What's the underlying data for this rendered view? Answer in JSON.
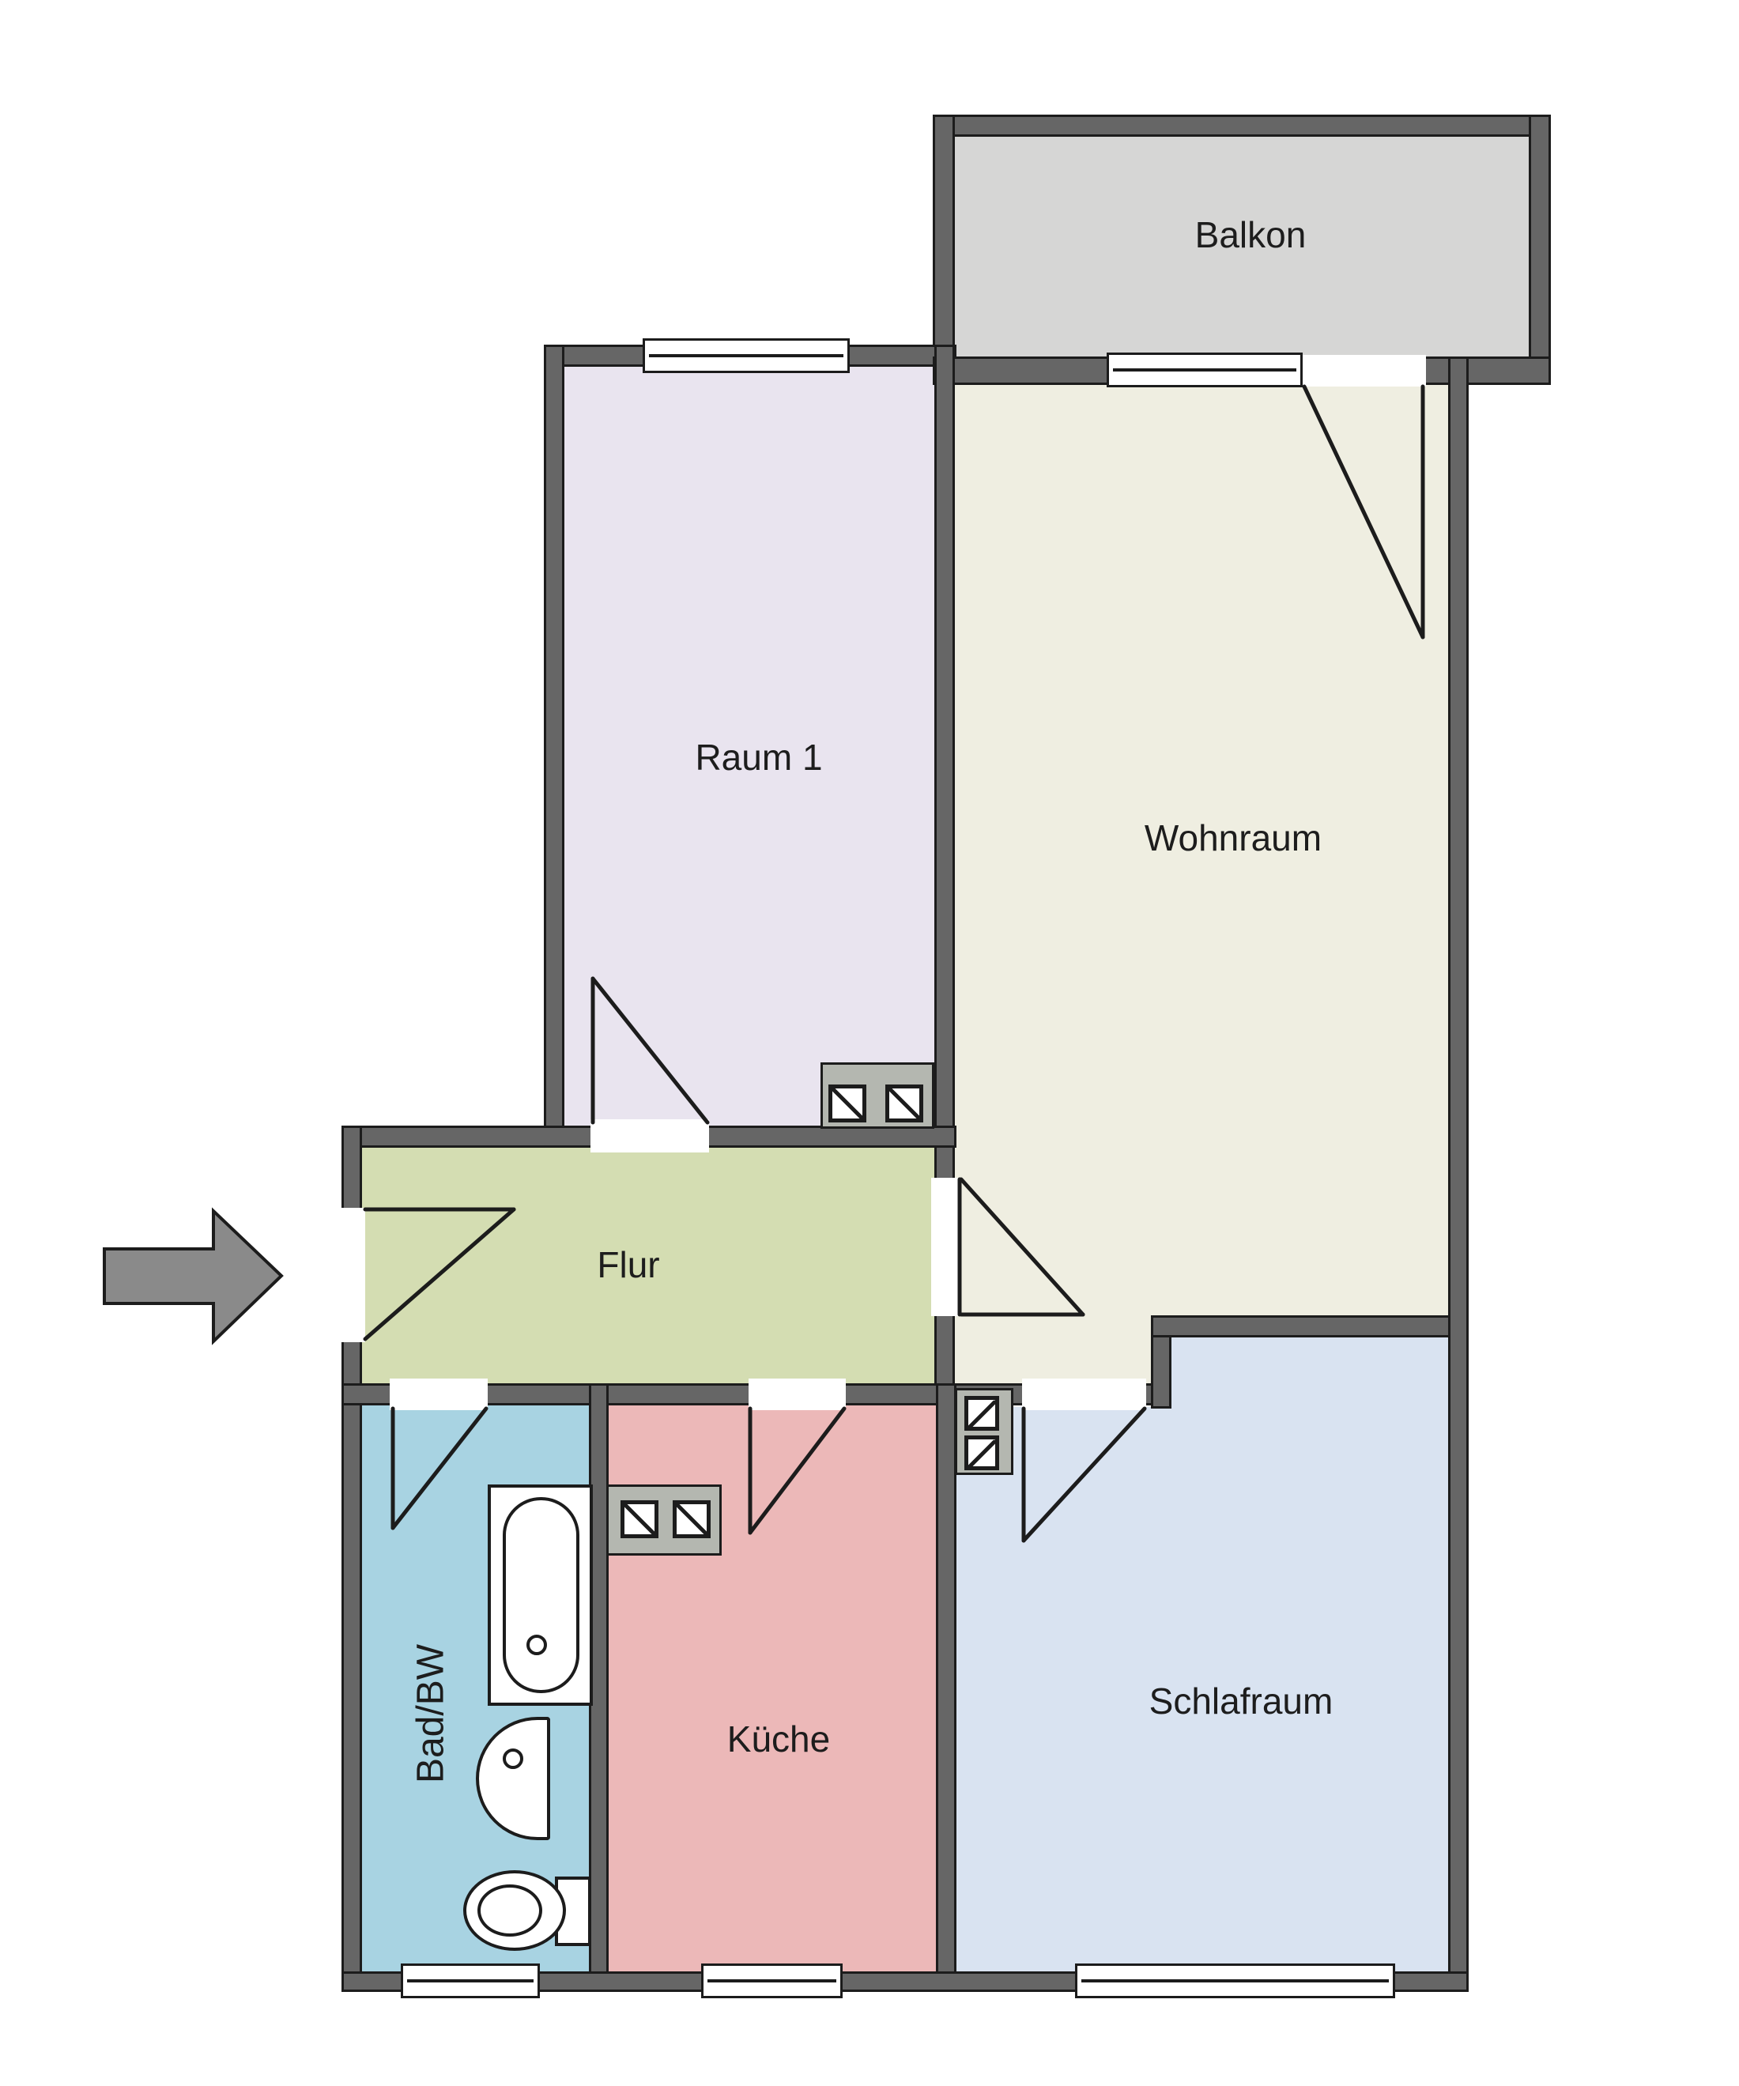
{
  "floorplan": {
    "type": "apartment-floor-plan",
    "rooms": [
      {
        "id": "balkon",
        "label": "Balkon",
        "color": "#d6d6d5"
      },
      {
        "id": "raum1",
        "label": "Raum 1",
        "color": "#e9e4ef"
      },
      {
        "id": "wohnraum",
        "label": "Wohnraum",
        "color": "#efeee1"
      },
      {
        "id": "flur",
        "label": "Flur",
        "color": "#d4ddb2"
      },
      {
        "id": "bad",
        "label": "Bad/BW",
        "color": "#a8d3e2"
      },
      {
        "id": "kueche",
        "label": "Küche",
        "color": "#ecb8b8"
      },
      {
        "id": "schlafraum",
        "label": "Schlafraum",
        "color": "#d9e3f1"
      }
    ],
    "symbols": {
      "entrance_arrow": "right-arrow",
      "door_count": 7,
      "window_count": 5,
      "shaft_symbol_count": 3,
      "fixtures": [
        "bathtub",
        "washbasin",
        "toilet"
      ]
    }
  },
  "theme": {
    "wall": "#666666",
    "line": "#1c1c1c",
    "label": "#1d1d1d",
    "arrow": "#8a8a8a",
    "shaft": "#b4b7b0"
  }
}
